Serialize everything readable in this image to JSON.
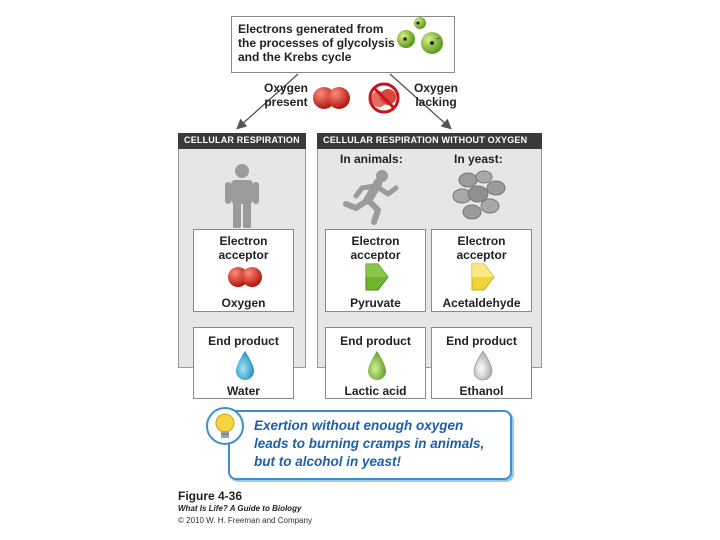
{
  "top_box": {
    "text_lines": [
      "Electrons generated from",
      "the processes of glycolysis",
      "and the Krebs cycle"
    ]
  },
  "branches": {
    "oxygen_present": [
      "Oxygen",
      "present"
    ],
    "oxygen_lacking": [
      "Oxygen",
      "lacking"
    ]
  },
  "headers": {
    "cellular_respiration": "CELLULAR RESPIRATION",
    "without_oxygen": "CELLULAR RESPIRATION WITHOUT OXYGEN"
  },
  "subheads": {
    "animals": "In animals:",
    "yeast": "In yeast:"
  },
  "acceptor_label_lines": [
    "Electron",
    "acceptor"
  ],
  "acceptors": {
    "respiration": "Oxygen",
    "animals": "Pyruvate",
    "yeast": "Acetaldehyde"
  },
  "end_product_label": "End product",
  "end_products": {
    "respiration": "Water",
    "animals": "Lactic acid",
    "yeast": "Ethanol"
  },
  "callout_lines": [
    "Exertion without enough oxygen",
    "leads to burning cramps in animals,",
    "but to alcohol in yeast!"
  ],
  "caption": {
    "figure": "Figure 4-36",
    "book": "What Is Life? A Guide to Biology",
    "copyright": "© 2010 W. H. Freeman and Company"
  },
  "colors": {
    "header_bg": "#3a3a3a",
    "panel_bg": "#e6e6e6",
    "oxygen_red": "#d42a1e",
    "electron_green": "#7fbf2a",
    "pyruvate_green": "#6fb52c",
    "acetaldehyde_yellow": "#f2d43a",
    "water_blue": "#29a9dd",
    "lactic_green": "#7dbd2f",
    "ethanol_gray": "#cfcfcf",
    "callout_blue": "#3b8fd0",
    "callout_text": "#1f5fa8"
  },
  "icons": [
    "electron-icon",
    "oxygen-molecule-icon",
    "no-oxygen-icon",
    "person-icon",
    "runner-icon",
    "yeast-cells-icon",
    "pyruvate-arrow-icon",
    "acetaldehyde-arrow-icon",
    "drop-icon",
    "lightbulb-icon"
  ]
}
